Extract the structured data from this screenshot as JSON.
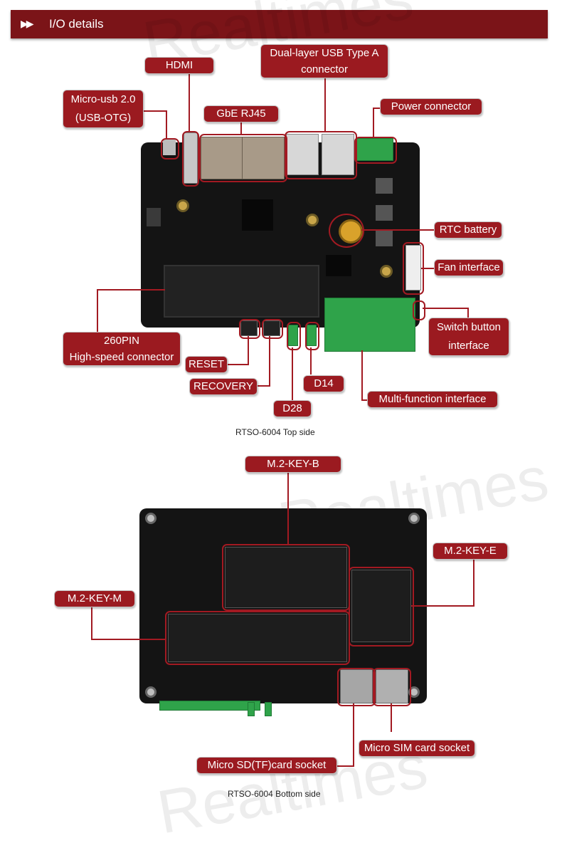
{
  "header": {
    "title": "I/O details",
    "arrows": "▶▶"
  },
  "watermark": "Realtimes",
  "top_board": {
    "labels": {
      "hdmi": "HDMI",
      "usb_a_line1": "Dual-layer USB Type A",
      "usb_a_line2": "connector",
      "micro_usb_line1": "Micro-usb 2.0",
      "micro_usb_line2": "(USB-OTG)",
      "gbe": "GbE RJ45",
      "power": "Power connector",
      "rtc": "RTC battery",
      "fan": "Fan interface",
      "switch_line1": "Switch button",
      "switch_line2": "interface",
      "pin_line1": "260PIN",
      "pin_line2": "High-speed connector",
      "reset": "RESET",
      "recovery": "RECOVERY",
      "d14": "D14",
      "d28": "D28",
      "multi": "Multi-function interface"
    },
    "caption": "RTSO-6004 Top side"
  },
  "bottom_board": {
    "labels": {
      "key_b": "M.2-KEY-B",
      "key_e": "M.2-KEY-E",
      "key_m": "M.2-KEY-M",
      "sim": "Micro SIM card socket",
      "sd": "Micro SD(TF)card socket"
    },
    "caption": "RTSO-6004 Bottom side"
  },
  "colors": {
    "accent": "#9b1a20",
    "header": "#7b1418",
    "board": "#141414",
    "connector_green": "#2fa34a"
  }
}
